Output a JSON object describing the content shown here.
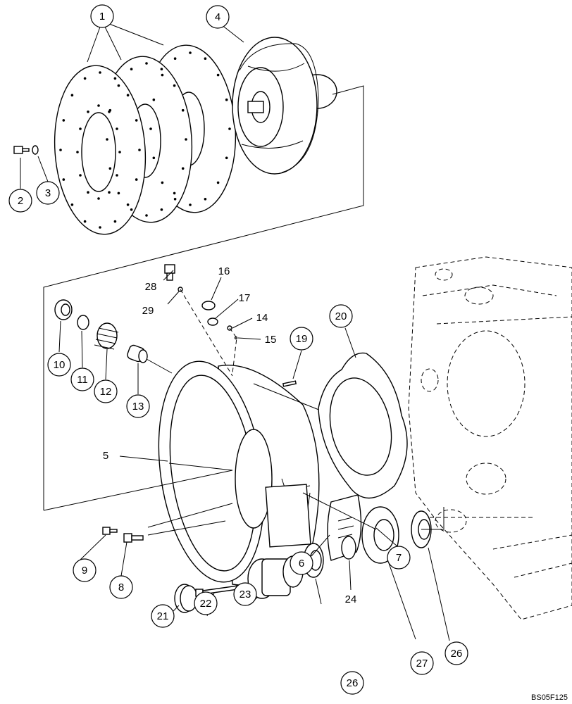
{
  "diagram": {
    "reference_code": "BS05F125",
    "callouts": [
      {
        "id": "c1",
        "label": "1"
      },
      {
        "id": "c2",
        "label": "2"
      },
      {
        "id": "c3",
        "label": "3"
      },
      {
        "id": "c4",
        "label": "4"
      },
      {
        "id": "c5",
        "label": "5"
      },
      {
        "id": "c6",
        "label": "6"
      },
      {
        "id": "c7",
        "label": "7"
      },
      {
        "id": "c8",
        "label": "8"
      },
      {
        "id": "c9",
        "label": "9"
      },
      {
        "id": "c10",
        "label": "10"
      },
      {
        "id": "c11",
        "label": "11"
      },
      {
        "id": "c12",
        "label": "12"
      },
      {
        "id": "c13",
        "label": "13"
      },
      {
        "id": "c14",
        "label": "14"
      },
      {
        "id": "c15",
        "label": "15"
      },
      {
        "id": "c16",
        "label": "16"
      },
      {
        "id": "c17",
        "label": "17"
      },
      {
        "id": "c19",
        "label": "19"
      },
      {
        "id": "c20",
        "label": "20"
      },
      {
        "id": "c21",
        "label": "21"
      },
      {
        "id": "c22",
        "label": "22"
      },
      {
        "id": "c23",
        "label": "23"
      },
      {
        "id": "c24",
        "label": "24"
      },
      {
        "id": "c26a",
        "label": "26"
      },
      {
        "id": "c26b",
        "label": "26"
      },
      {
        "id": "c27",
        "label": "27"
      },
      {
        "id": "c28",
        "label": "28"
      },
      {
        "id": "c29",
        "label": "29"
      }
    ]
  }
}
